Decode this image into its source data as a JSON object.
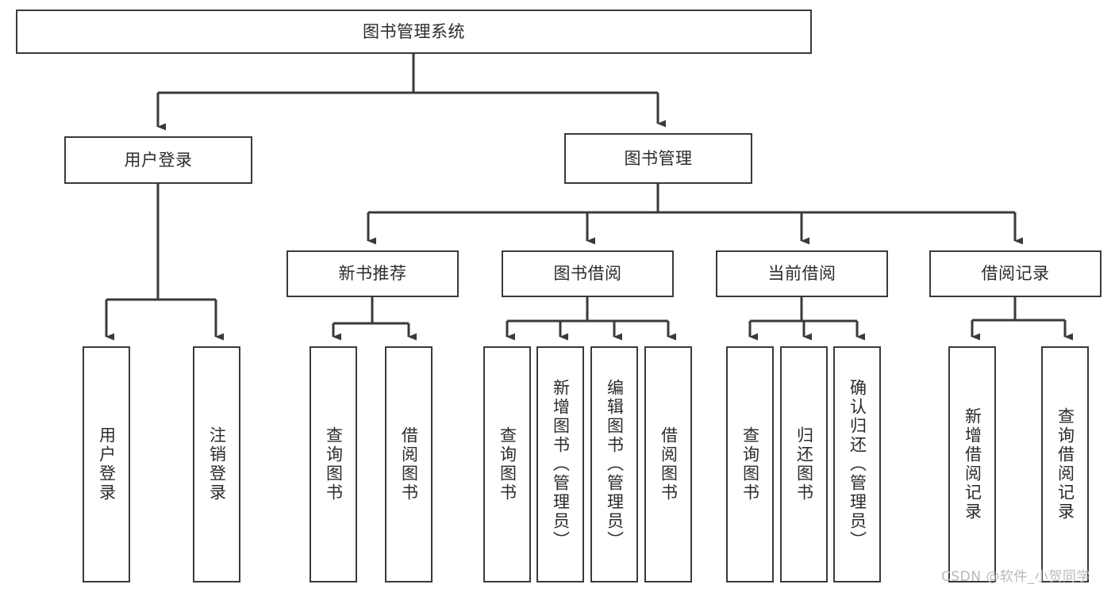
{
  "diagram": {
    "type": "tree-hierarchy-chart",
    "title": "图书管理系统",
    "watermark": "CSDN @软件_小贺同学",
    "colors": {
      "stroke": "#3a3a3a",
      "fill": "#ffffff",
      "text": "#2b2b2b",
      "watermark": "#b9b9b9"
    },
    "nodes": {
      "root": {
        "label": "图书管理系统"
      },
      "level2": [
        {
          "id": "user-login",
          "label": "用户登录"
        },
        {
          "id": "book-manage",
          "label": "图书管理"
        }
      ],
      "level3": [
        {
          "id": "new-book-recommend",
          "label": "新书推荐"
        },
        {
          "id": "book-borrow",
          "label": "图书借阅"
        },
        {
          "id": "current-borrow",
          "label": "当前借阅"
        },
        {
          "id": "borrow-record",
          "label": "借阅记录"
        }
      ],
      "leaves": {
        "user_login": [
          {
            "id": "leaf-user-login",
            "label": "用户登录"
          },
          {
            "id": "leaf-logout-login",
            "label": "注销登录"
          }
        ],
        "new_book_recommend": [
          {
            "id": "leaf-query-book-1",
            "label": "查询图书"
          },
          {
            "id": "leaf-borrow-book-1",
            "label": "借阅图书"
          }
        ],
        "book_borrow": [
          {
            "id": "leaf-query-book-2",
            "label": "查询图书"
          },
          {
            "id": "leaf-add-book",
            "label": "新增图书（管理员）"
          },
          {
            "id": "leaf-edit-book",
            "label": "编辑图书（管理员）"
          },
          {
            "id": "leaf-borrow-book-2",
            "label": "借阅图书"
          }
        ],
        "current_borrow": [
          {
            "id": "leaf-query-book-3",
            "label": "查询图书"
          },
          {
            "id": "leaf-return-book",
            "label": "归还图书"
          },
          {
            "id": "leaf-confirm-return",
            "label": "确认归还（管理员）"
          }
        ],
        "borrow_record": [
          {
            "id": "leaf-add-record",
            "label": "新增借阅记录"
          },
          {
            "id": "leaf-query-record",
            "label": "查询借阅记录"
          }
        ]
      }
    }
  }
}
